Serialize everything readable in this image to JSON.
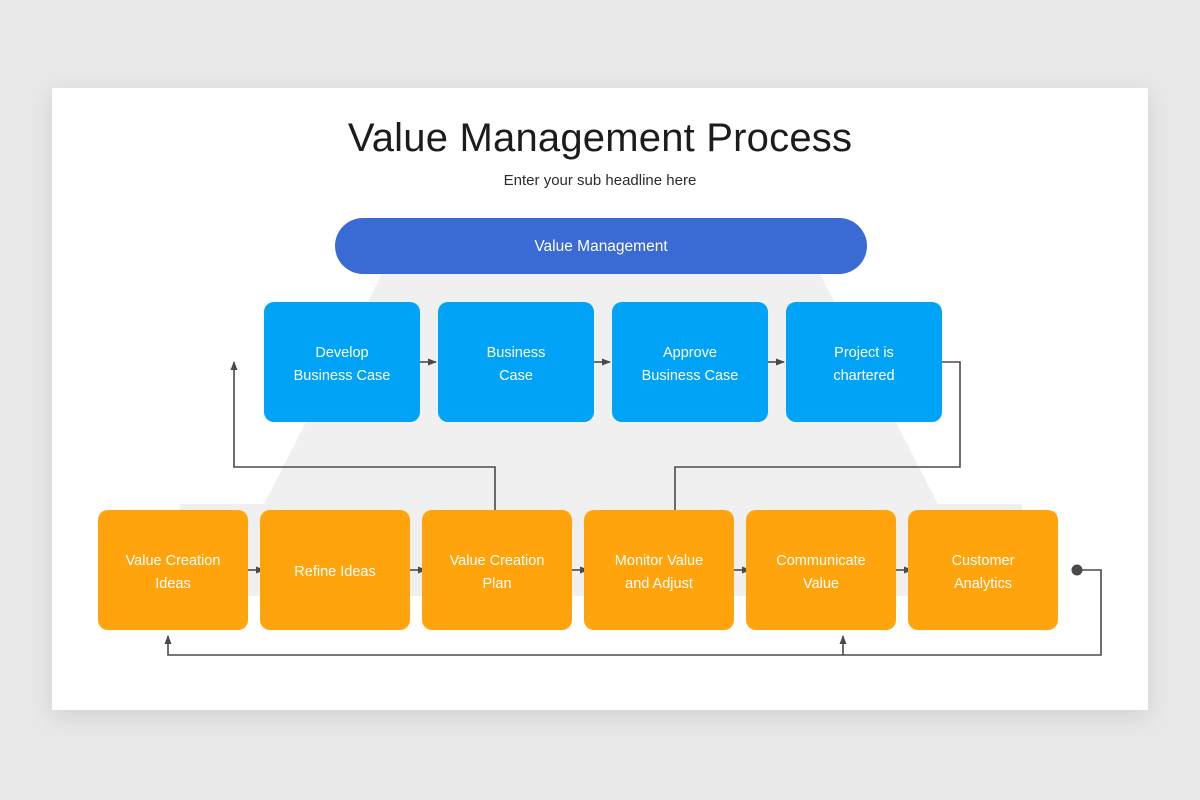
{
  "slide": {
    "title": "Value Management Process",
    "subtitle": "Enter your sub headline here"
  },
  "banner": {
    "label": "Value Management",
    "color": "#3a6ad4"
  },
  "colors": {
    "background": "#e8e8e8",
    "card": "#ffffff",
    "funnel": "#f0f0f0",
    "blue_node": "#00a3f5",
    "orange_node": "#ffa40d",
    "connector": "#4a4a4a",
    "node_text": "#ffffff",
    "title_text": "#1c1c1c"
  },
  "rows": [
    {
      "name": "business-case-row",
      "color": "#00a3f5",
      "nodes": [
        {
          "id": "develop-business-case",
          "lines": [
            "Develop",
            "Business Case"
          ]
        },
        {
          "id": "business-case",
          "lines": [
            "Business",
            "Case"
          ]
        },
        {
          "id": "approve-business-case",
          "lines": [
            "Approve",
            "Business Case"
          ]
        },
        {
          "id": "project-is-chartered",
          "lines": [
            "Project is",
            "chartered"
          ]
        }
      ]
    },
    {
      "name": "value-creation-row",
      "color": "#ffa40d",
      "nodes": [
        {
          "id": "value-creation-ideas",
          "lines": [
            "Value Creation",
            "Ideas"
          ]
        },
        {
          "id": "refine-ideas",
          "lines": [
            "Refine Ideas"
          ]
        },
        {
          "id": "value-creation-plan",
          "lines": [
            "Value Creation",
            "Plan"
          ]
        },
        {
          "id": "monitor-value-and-adjust",
          "lines": [
            "Monitor Value",
            "and Adjust"
          ]
        },
        {
          "id": "communicate-value",
          "lines": [
            "Communicate",
            "Value"
          ]
        },
        {
          "id": "customer-analytics",
          "lines": [
            "Customer",
            "Analytics"
          ]
        }
      ]
    }
  ]
}
